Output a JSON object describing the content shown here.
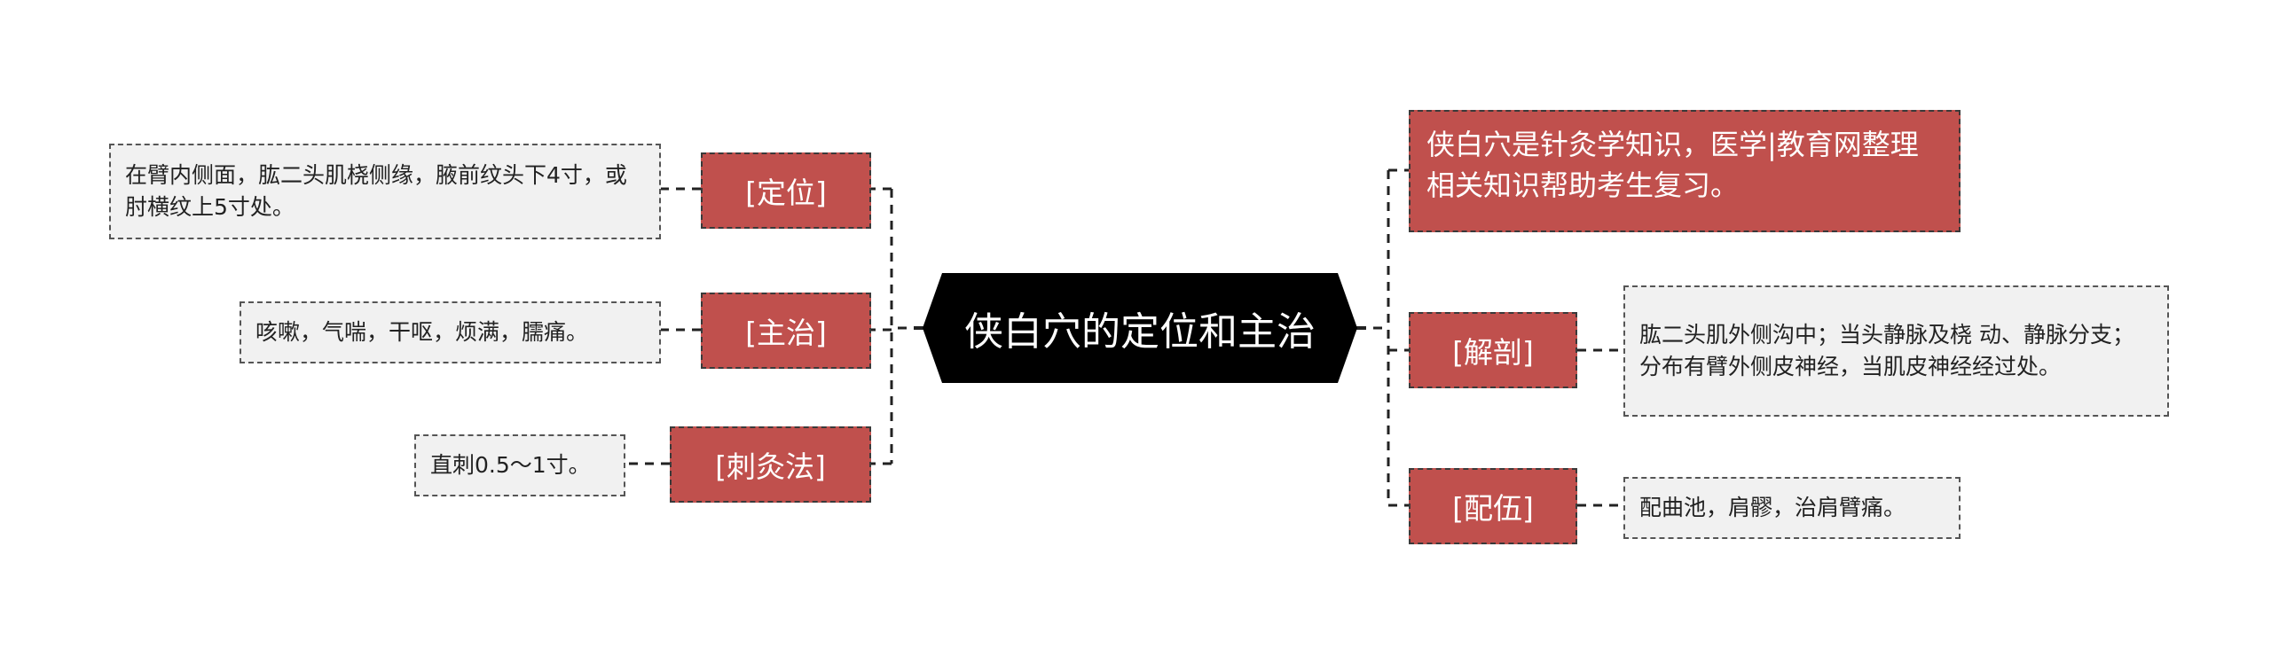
{
  "center": {
    "title": "侠白穴的定位和主治"
  },
  "left": [
    {
      "category": "[定位]",
      "detail": "在臂内侧面，肱二头肌桡侧缘，腋前纹头下4寸，或肘横纹上5寸处。"
    },
    {
      "category": "[主治]",
      "detail": "咳嗽，气喘，干呕，烦满，臑痛。"
    },
    {
      "category": "[刺灸法]",
      "detail": "直刺0.5～1寸。"
    }
  ],
  "right": [
    {
      "note": "侠白穴是针灸学知识，医学|教育网整理相关知识帮助考生复习。"
    },
    {
      "category": "[解剖]",
      "detail": "肱二头肌外侧沟中；当头静脉及桡 动、静脉分支；分布有臂外侧皮神经，当肌皮神经经过处。"
    },
    {
      "category": "[配伍]",
      "detail": "配曲池，肩髎，治肩臂痛。"
    }
  ],
  "colors": {
    "center_bg": "#000000",
    "category_bg": "#c0504d",
    "leaf_bg": "#f1f1f1",
    "connector": "#222222"
  }
}
